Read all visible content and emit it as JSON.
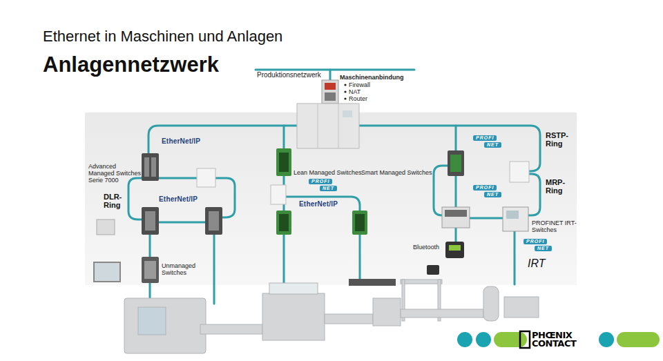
{
  "diagram": {
    "title": "Ethernet in Maschinen und Anlagen",
    "labels": [
      "Anlagennetzwerk",
      "Produktionsnetzwerk",
      "Maschinenanbindung",
      "Firewall",
      "NAT",
      "Router",
      "EtherNet/IP",
      "PROFI",
      "NET",
      "RSTP-Ring",
      "Advanced Managed Switches Serie 7000",
      "Lean Managed Switches",
      "Smart Managed Switches",
      "PROFI",
      "NET",
      "MRP-Ring",
      "PROFI",
      "NET",
      "DLR-Ring",
      "EtherNet/IP",
      "EtherNet/IP",
      "PROFINET IRT-Switches",
      "Bluetooth",
      "PROFI",
      "NET",
      "IRT",
      "Unmanaged Switches",
      "PHŒNIX CONTACT"
    ]
  }
}
